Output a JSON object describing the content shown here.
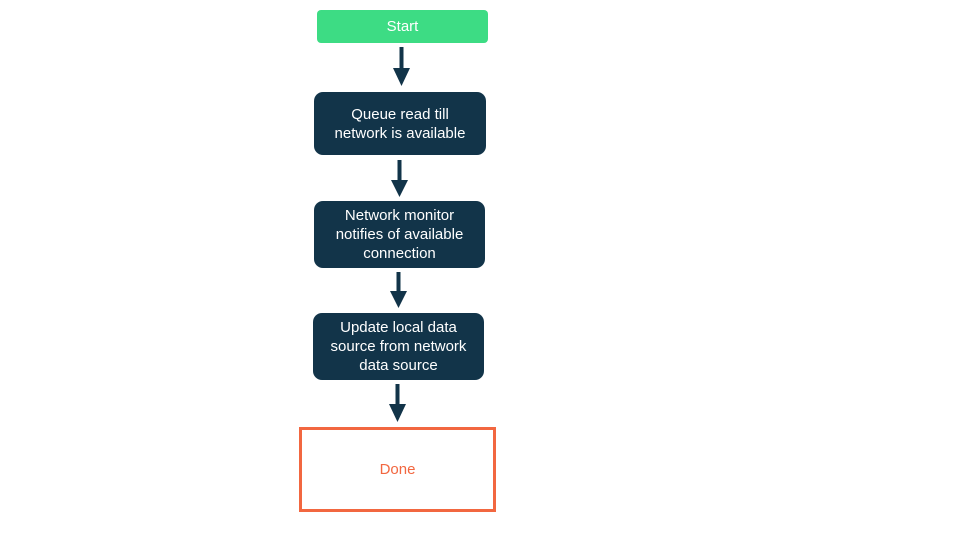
{
  "diagram": {
    "title": "Queued network read flowchart",
    "orientation": "top-to-bottom",
    "background": "#ffffff",
    "colors": {
      "start_fill": "#3ddc84",
      "process_fill": "#123449",
      "process_text": "#ffffff",
      "done_border": "#f26740",
      "done_text": "#f26740",
      "done_fill": "#ffffff",
      "arrow": "#123449"
    },
    "nodes": [
      {
        "id": "start",
        "label": "Start",
        "shape": "rounded-rectangle",
        "style": "start"
      },
      {
        "id": "queue",
        "label": "Queue read till\nnetwork is available",
        "shape": "rounded-rectangle",
        "style": "process"
      },
      {
        "id": "monitor",
        "label": "Network monitor\nnotifies of available\nconnection",
        "shape": "rounded-rectangle",
        "style": "process"
      },
      {
        "id": "update",
        "label": "Update local data\nsource from network\ndata source",
        "shape": "rounded-rectangle",
        "style": "process"
      },
      {
        "id": "done",
        "label": "Done",
        "shape": "rectangle",
        "style": "terminal"
      }
    ],
    "edges": [
      {
        "id": "edge-start-queue",
        "from": "start",
        "to": "queue",
        "label": ""
      },
      {
        "id": "edge-queue-monitor",
        "from": "queue",
        "to": "monitor",
        "label": ""
      },
      {
        "id": "edge-monitor-update",
        "from": "monitor",
        "to": "update",
        "label": ""
      },
      {
        "id": "edge-update-done",
        "from": "update",
        "to": "done",
        "label": ""
      }
    ]
  }
}
